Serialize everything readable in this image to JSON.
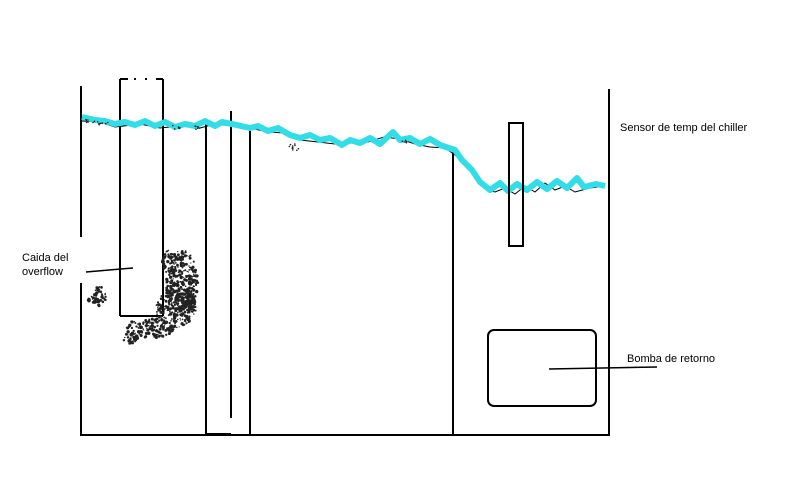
{
  "diagram": {
    "labels": {
      "sensor": "Sensor de temp del chiller",
      "caida": "Caida del overflow",
      "bomba": "Bomba de retorno"
    },
    "colors": {
      "lines": "#000000",
      "water": "#33dde8",
      "bubbles": "#222222",
      "background": "#ffffff"
    }
  }
}
